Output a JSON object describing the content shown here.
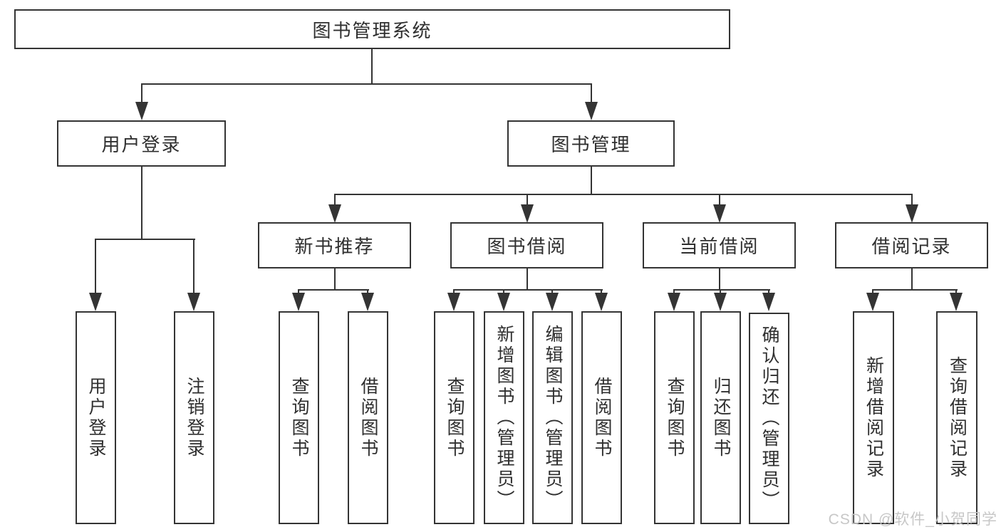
{
  "tree": {
    "root": {
      "label": "图书管理系统"
    },
    "level2": [
      {
        "label": "用户登录"
      },
      {
        "label": "图书管理"
      }
    ],
    "level3": [
      {
        "label": "新书推荐"
      },
      {
        "label": "图书借阅"
      },
      {
        "label": "当前借阅"
      },
      {
        "label": "借阅记录"
      }
    ],
    "leaves": [
      {
        "label": "用户登录"
      },
      {
        "label": "注销登录"
      },
      {
        "label": "查询图书"
      },
      {
        "label": "借阅图书"
      },
      {
        "label": "查询图书"
      },
      {
        "label": "新增图书（管理员）"
      },
      {
        "label": "编辑图书（管理员）"
      },
      {
        "label": "借阅图书"
      },
      {
        "label": "查询图书"
      },
      {
        "label": "归还图书"
      },
      {
        "label": "确认归还（管理员）"
      },
      {
        "label": "新增借阅记录"
      },
      {
        "label": "查询借阅记录"
      }
    ]
  },
  "watermark": {
    "text": "CSDN @软件_小贺同学",
    "color": "#c7c7c7"
  },
  "colors": {
    "line": "#343434",
    "box_border": "#343434",
    "text": "#2f2f2f",
    "background": "#ffffff"
  }
}
